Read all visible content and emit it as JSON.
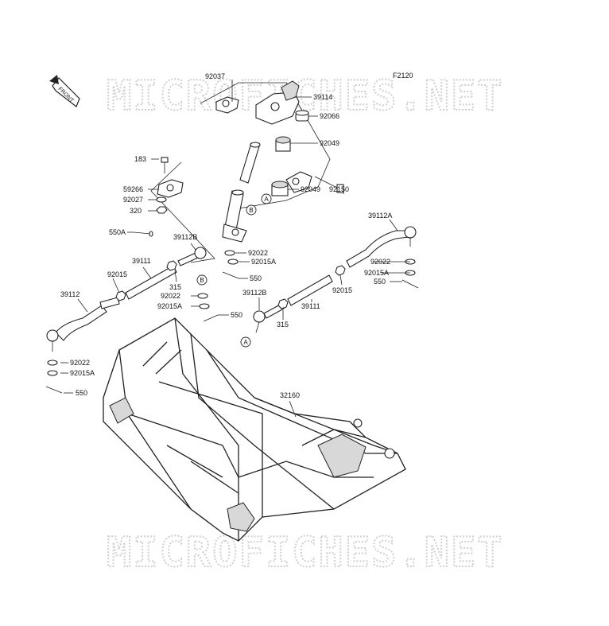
{
  "figure_code": "F2120",
  "front_label": "FRONT",
  "watermarks": [
    "MICROFICHES.NET",
    "MICROFICHES.NET"
  ],
  "callout_letters": [
    "A",
    "B",
    "B",
    "A"
  ],
  "parts": [
    {
      "id": "92037",
      "text": "92037"
    },
    {
      "id": "39114",
      "text": "39114"
    },
    {
      "id": "92066",
      "text": "92066"
    },
    {
      "id": "92049a",
      "text": "92049"
    },
    {
      "id": "183",
      "text": "183"
    },
    {
      "id": "59266",
      "text": "59266"
    },
    {
      "id": "92027",
      "text": "92027"
    },
    {
      "id": "320",
      "text": "320"
    },
    {
      "id": "92150",
      "text": "92150"
    },
    {
      "id": "92049b",
      "text": "92049"
    },
    {
      "id": "39112A",
      "text": "39112A"
    },
    {
      "id": "550A",
      "text": "550A"
    },
    {
      "id": "39112B-top",
      "text": "39112B"
    },
    {
      "id": "92022-mid",
      "text": "92022"
    },
    {
      "id": "92015A-mid",
      "text": "92015A"
    },
    {
      "id": "39111-left",
      "text": "39111"
    },
    {
      "id": "92015-left",
      "text": "92015"
    },
    {
      "id": "550-mid",
      "text": "550"
    },
    {
      "id": "92022-right",
      "text": "92022"
    },
    {
      "id": "92015A-right",
      "text": "92015A"
    },
    {
      "id": "550-right",
      "text": "550"
    },
    {
      "id": "315-left",
      "text": "315"
    },
    {
      "id": "39112",
      "text": "39112"
    },
    {
      "id": "92022-left2",
      "text": "92022"
    },
    {
      "id": "92015A-left2",
      "text": "92015A"
    },
    {
      "id": "550-left2",
      "text": "550"
    },
    {
      "id": "39112B-bot",
      "text": "39112B"
    },
    {
      "id": "92015-right",
      "text": "92015"
    },
    {
      "id": "39111-right",
      "text": "39111"
    },
    {
      "id": "315-right",
      "text": "315"
    },
    {
      "id": "92022-left",
      "text": "92022"
    },
    {
      "id": "92015A-left",
      "text": "92015A"
    },
    {
      "id": "550-left",
      "text": "550"
    },
    {
      "id": "32160",
      "text": "32160"
    }
  ]
}
